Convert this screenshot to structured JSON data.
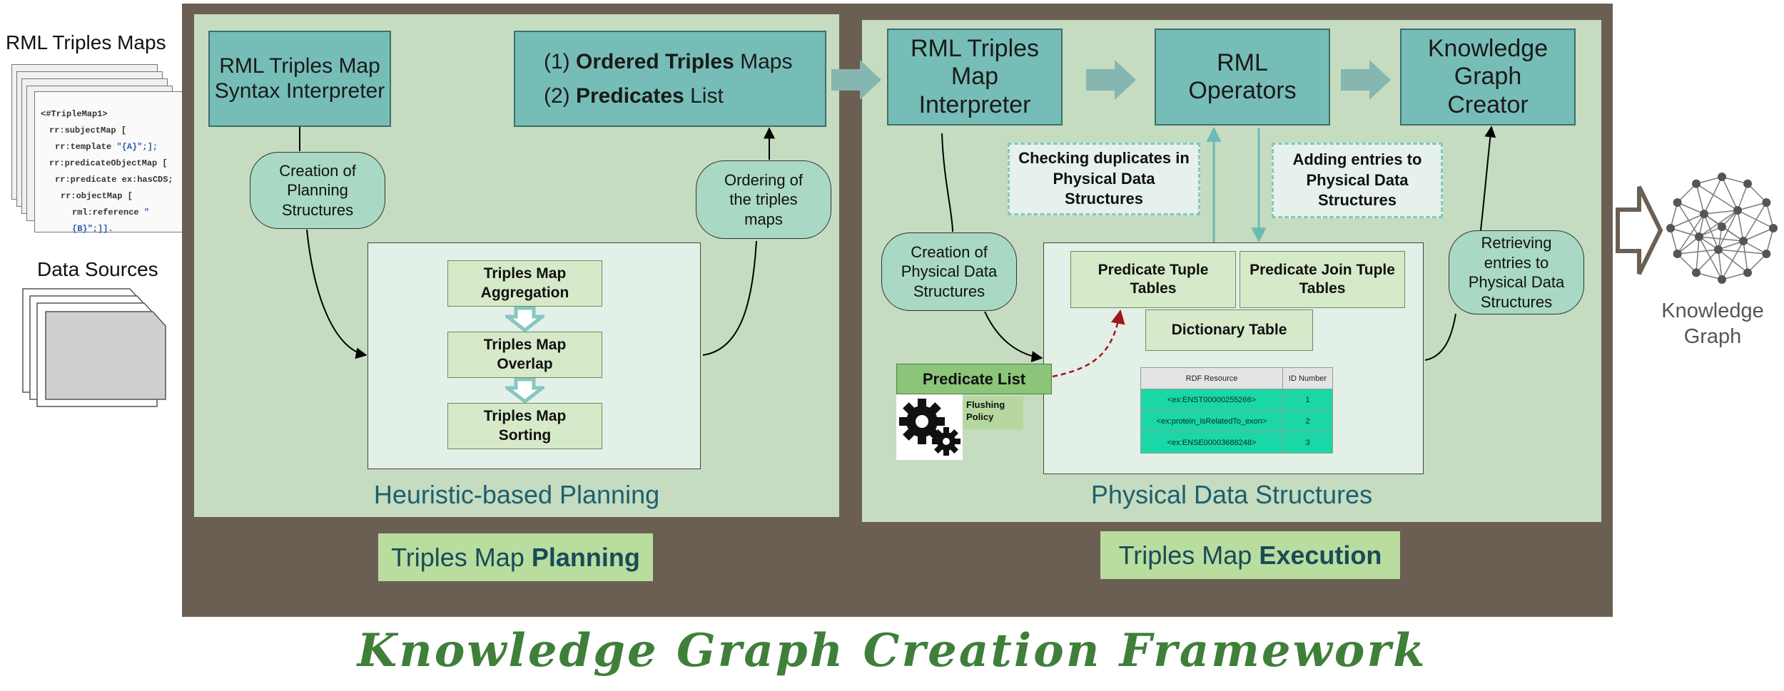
{
  "inputs": {
    "rml_maps_label": "RML Triples Maps",
    "data_sources_label": "Data Sources",
    "code_lines": [
      {
        "text": "<#TripleMap1>",
        "accent": ""
      },
      {
        "text": "rr:subjectMap [",
        "accent": ""
      },
      {
        "text": "rr:template ",
        "accent": "\"{A}\";];"
      },
      {
        "text": "rr:predicateObjectMap [",
        "accent": ""
      },
      {
        "text": "rr:predicate ex:hasCDS;",
        "accent": ""
      },
      {
        "text": "rr:objectMap [",
        "accent": ""
      },
      {
        "text": "rml:reference ",
        "accent": "\"{B}\";]]."
      }
    ]
  },
  "planning": {
    "interpreter_label": "RML Triples Map Syntax Interpreter",
    "output_line1_pre": "(1) ",
    "output_line1_bold": "Ordered Triples",
    "output_line1_post": " Maps",
    "output_line2_pre": "(2) ",
    "output_line2_bold": "Predicates",
    "output_line2_post": " List",
    "creation_label": "Creation of Planning Structures",
    "ordering_label": "Ordering of the triples maps",
    "steps": [
      "Triples Map Aggregation",
      "Triples Map Overlap",
      "Triples Map Sorting"
    ],
    "panel_caption": "Heuristic-based Planning",
    "section_label_pre": "Triples Map ",
    "section_label_bold": "Planning"
  },
  "execution": {
    "interpreter_label": "RML Triples Map Interpreter",
    "operators_label": "RML Operators",
    "creator_label": "Knowledge Graph Creator",
    "checking_label": "Checking  duplicates in Physical Data Structures",
    "adding_label": "Adding entries to Physical Data Structures",
    "creation_label": "Creation of Physical Data Structures",
    "retrieving_label": "Retrieving entries to Physical Data Structures",
    "tuple_tables_label": "Predicate Tuple Tables",
    "join_tables_label": "Predicate Join Tuple Tables",
    "dictionary_label": "Dictionary Table",
    "predicate_list_label": "Predicate List",
    "flushing_label": "Flushing Policy",
    "table_headers": [
      "RDF Resource",
      "ID Number"
    ],
    "table_rows": [
      [
        "<ex:ENST00000255266>",
        "1"
      ],
      [
        "<ex:protein_isRelatedTo_exon>",
        "2"
      ],
      [
        "<ex:ENSE00003688248>",
        "3"
      ]
    ],
    "panel_caption": "Physical Data Structures",
    "section_label_pre": "Triples Map ",
    "section_label_bold": "Execution"
  },
  "output": {
    "kg_label": "Knowledge Graph"
  },
  "title": "Knowledge Graph Creation Framework",
  "colors": {
    "frame": "#6b5f54",
    "panel": "#c5dcc0",
    "teal_box": "#76bdb8",
    "oval": "#a9d9c4",
    "step_box": "#d6e9c9",
    "table_row": "#1bd6a7",
    "title": "#3f7f3a",
    "caption": "#1d5f6e"
  }
}
